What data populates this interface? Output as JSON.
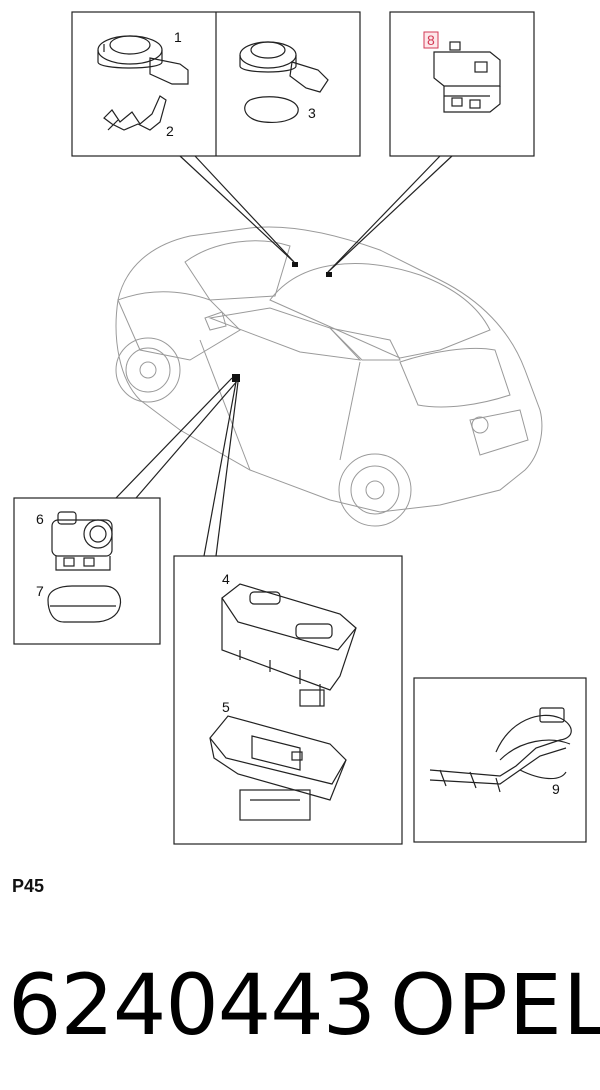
{
  "callouts": {
    "c1": "1",
    "c2": "2",
    "c3": "3",
    "c4": "4",
    "c5": "5",
    "c6": "6",
    "c7": "7",
    "c8": "8",
    "c9": "9"
  },
  "highlight": {
    "callout": "8",
    "color": "#d23a55"
  },
  "footer": {
    "page_code": "P45",
    "part_number": "6240443",
    "brand": "OPEL"
  }
}
